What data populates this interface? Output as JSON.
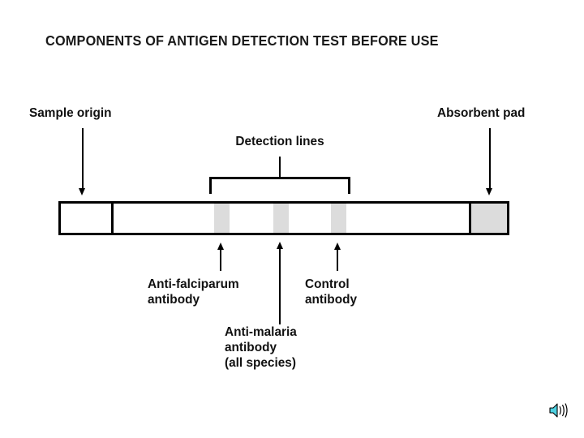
{
  "slide": {
    "title": "COMPONENTS OF ANTIGEN DETECTION TEST BEFORE USE",
    "background_color": "#ffffff",
    "ink_color": "#000000",
    "band_color": "#dcdcdc"
  },
  "labels": {
    "sample_origin": "Sample origin",
    "absorbent_pad": "Absorbent pad",
    "detection_lines": "Detection lines",
    "anti_falciparum_line1": "Anti-falciparum",
    "anti_falciparum_line2": "antibody",
    "control_line1": "Control",
    "control_line2": "antibody",
    "anti_malaria_line1": "Anti-malaria",
    "anti_malaria_line2": "antibody",
    "anti_malaria_line3": "(all species)"
  },
  "strip": {
    "bands": [
      {
        "name": "anti-falciparum-band",
        "color": "#dcdcdc"
      },
      {
        "name": "anti-malaria-band",
        "color": "#dcdcdc"
      },
      {
        "name": "control-band",
        "color": "#dcdcdc"
      }
    ],
    "absorbent_pad_color": "#dcdcdc",
    "sample_pad_color": "#ffffff"
  },
  "media": {
    "sound_icon": "speaker-sound-icon",
    "sound_icon_color": "#4dd0e1"
  }
}
